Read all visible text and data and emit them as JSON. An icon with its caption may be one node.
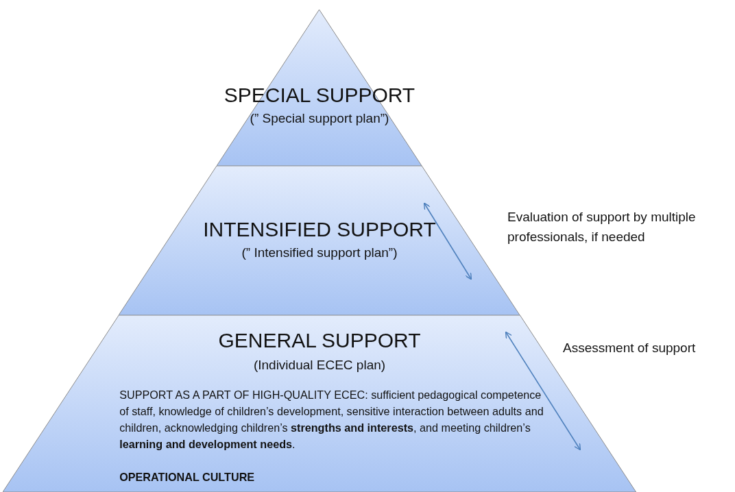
{
  "diagram": {
    "nodes": [
      {
        "text": [
          "SPECIAL SUPPORT",
          "(” Special support plan”)"
        ]
      },
      {
        "text": [
          "INTENSIFIED SUPPORT",
          "(” Intensified support plan”)"
        ]
      },
      {
        "text": [
          "GENERAL SUPPORT",
          "(Individual ECEC plan)",
          "SUPPORT AS A PART OF HIGH-QUALITY ECEC: sufficient pedagogical competence of staff, knowledge of children’s development, sensitive interaction between adults and children, acknowledging children’s **strengths and interests**, and meeting children’s **learning and development needs**.",
          "OPERATIONAL CULTURE"
        ]
      }
    ],
    "labels": [
      "Evaluation of support by multiple professionals, if needed",
      "Assessment of support"
    ]
  }
}
